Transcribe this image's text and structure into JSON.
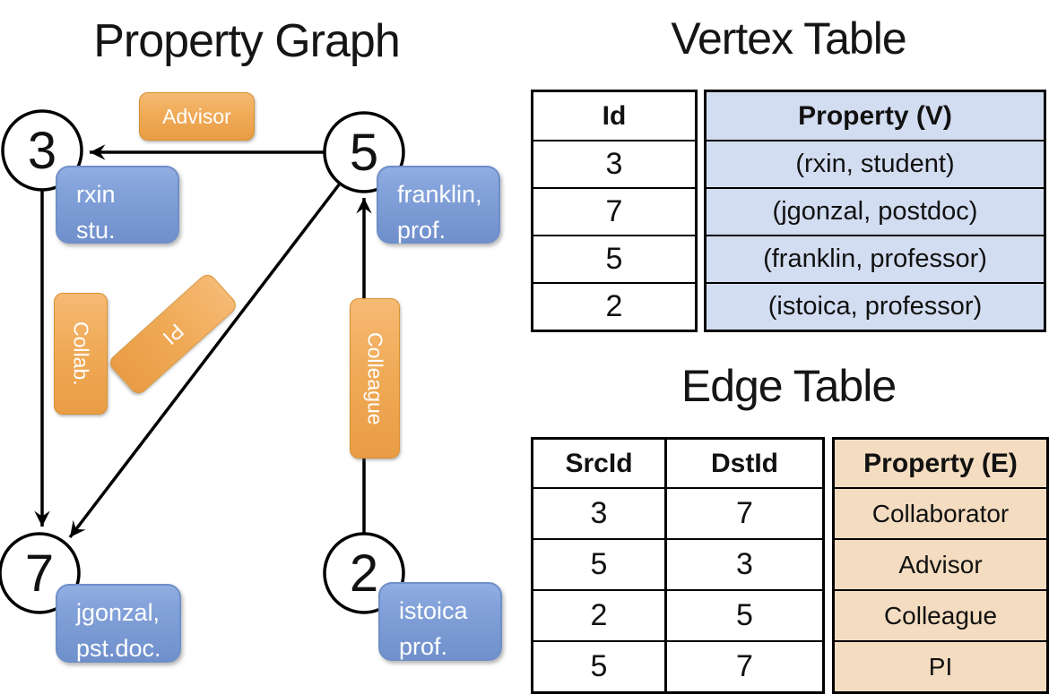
{
  "titles": {
    "graph": "Property Graph",
    "vertex_table": "Vertex Table",
    "edge_table": "Edge Table"
  },
  "graph": {
    "nodes": [
      {
        "id": "3",
        "prop_line1": "rxin",
        "prop_line2": "stu."
      },
      {
        "id": "5",
        "prop_line1": "franklin,",
        "prop_line2": "prof."
      },
      {
        "id": "7",
        "prop_line1": "jgonzal,",
        "prop_line2": "pst.doc."
      },
      {
        "id": "2",
        "prop_line1": "istoica",
        "prop_line2": "prof."
      }
    ],
    "edges": [
      {
        "label": "Advisor",
        "src": "5",
        "dst": "3"
      },
      {
        "label": "Collab.",
        "src": "3",
        "dst": "7"
      },
      {
        "label": "PI",
        "src": "5",
        "dst": "7"
      },
      {
        "label": "Colleague",
        "src": "2",
        "dst": "5"
      }
    ]
  },
  "vertex_table": {
    "columns": {
      "id": "Id",
      "property": "Property (V)"
    },
    "rows": [
      {
        "id": "3",
        "property": "(rxin, student)"
      },
      {
        "id": "7",
        "property": "(jgonzal, postdoc)"
      },
      {
        "id": "5",
        "property": "(franklin, professor)"
      },
      {
        "id": "2",
        "property": "(istoica, professor)"
      }
    ]
  },
  "edge_table": {
    "columns": {
      "src": "SrcId",
      "dst": "DstId",
      "property": "Property (E)"
    },
    "rows": [
      {
        "src": "3",
        "dst": "7",
        "property": "Collaborator"
      },
      {
        "src": "5",
        "dst": "3",
        "property": "Advisor"
      },
      {
        "src": "2",
        "dst": "5",
        "property": "Colleague"
      },
      {
        "src": "5",
        "dst": "7",
        "property": "PI"
      }
    ]
  },
  "colors": {
    "edge_label_fill_top": "#F5BA74",
    "edge_label_fill_bottom": "#E99C44",
    "edge_label_border": "#D9912F",
    "vertex_box_fill_top": "#92AEE2",
    "vertex_box_fill_bottom": "#7090CC",
    "vertex_box_border": "#6E8FC9",
    "vertex_table_cell_bg": "#D3DDF1",
    "edge_table_cell_bg": "#F4DCC0",
    "line_color": "#000000",
    "box_text": "#FFFFFF"
  }
}
